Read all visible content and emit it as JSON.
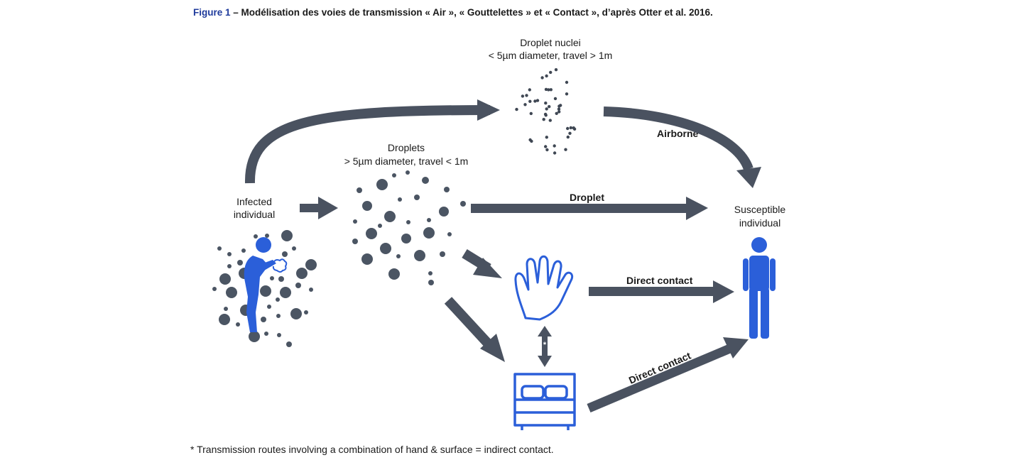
{
  "figure": {
    "caption_label": "Figure 1",
    "caption_text": " – Modélisation des voies de transmission « Air », « Gouttelettes » et « Contact », d’après Otter et al. 2016.",
    "footnote": "* Transmission routes involving a combination of hand & surface = indirect contact."
  },
  "labels": {
    "droplet_nuclei_title": "Droplet nuclei",
    "droplet_nuclei_desc": "< 5µm diameter, travel > 1m",
    "droplets_title": "Droplets",
    "droplets_desc": "> 5µm diameter, travel < 1m",
    "infected_line1": "Infected",
    "infected_line2": "individual",
    "susceptible_line1": "Susceptible",
    "susceptible_line2": "individual",
    "airborne": "Airborne",
    "droplet": "Droplet",
    "direct_contact_hand": "Direct contact",
    "direct_contact_bed": "Direct contact",
    "asterisk": "*"
  },
  "colors": {
    "caption_blue": "#1f3b9c",
    "arrow_gray": "#4a5260",
    "dot_gray": "#4b5563",
    "figure_blue": "#2b5fd9",
    "text": "#1a1a1a"
  },
  "icons": {
    "infected_person": "coughing-person-icon",
    "susceptible_person": "standing-person-icon",
    "hand": "hand-icon",
    "bed": "bed-icon"
  }
}
